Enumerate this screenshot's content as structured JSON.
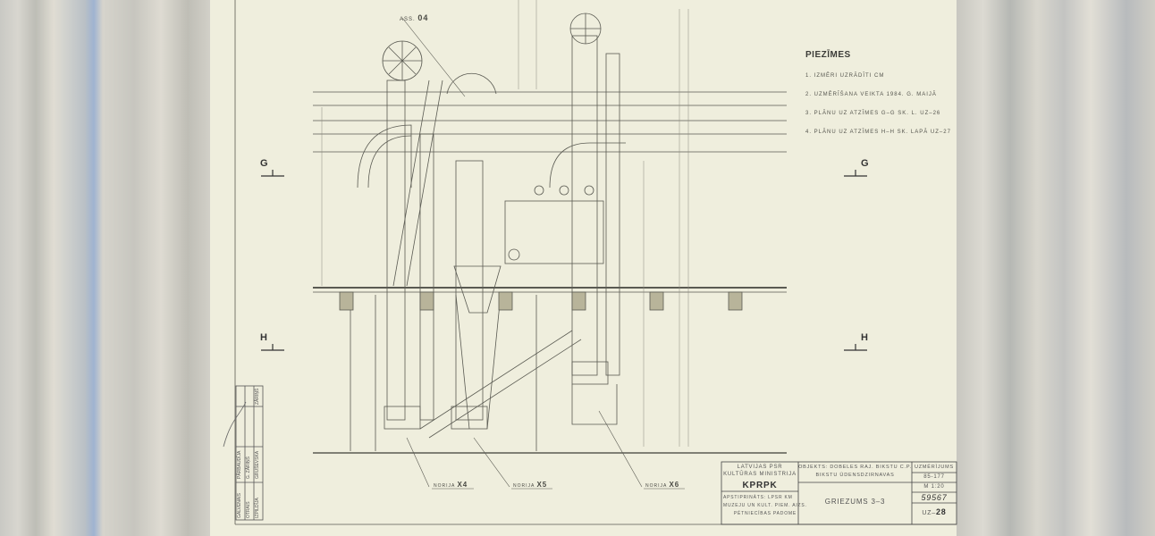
{
  "drawing": {
    "assembly_label": "ASS.",
    "assembly_number": "04",
    "section_marks": {
      "upper": "G",
      "lower": "H"
    },
    "elevators": [
      {
        "prefix": "NORIJA",
        "id": "X4"
      },
      {
        "prefix": "NORIJA",
        "id": "X5"
      },
      {
        "prefix": "NORIJA",
        "id": "X6"
      }
    ]
  },
  "notes": {
    "title": "PIEZĪMES",
    "items": [
      "1. IZMĒRI UZRĀDĪTI CM",
      "2. UZMĒRĪŠANA VEIKTA 1984. G. MAIJĀ",
      "3. PLĀNU UZ ATZĪMES G–G SK. L. UZ–26",
      "4. PLĀNU UZ ATZĪMES H–H SK. LAPĀ UZ–27"
    ]
  },
  "title_block": {
    "org_line1": "LATVIJAS PSR",
    "org_line2": "KULTŪRAS MINISTRIJA",
    "org_abbr": "KPRPK",
    "approved_line1": "APSTIPRINĀTS: LPSR KM",
    "approved_line2": "MUZEJU UN KULT. PIEM. AIZS.",
    "approved_line3": "PĒTNIECĪBAS PADOME",
    "object_line1": "OBJEKTS: DOBELES RAJ. BIKSTU C.P.",
    "object_line2": "BIKSTU ŪDENSDZIRNAVAS",
    "sheet_title": "GRIEZUMS 3–3",
    "doc_type": "UZMĒRĪJUMS",
    "doc_code": "85-177",
    "scale": "M 1:20",
    "archive_number": "59567",
    "sheet_prefix": "UZ–",
    "sheet_number": "28"
  },
  "side_stamp": {
    "rows": [
      "GALVENAIS",
      "OTRAIS",
      "IZPILDĪJA",
      "PĀRBAUDĪJA"
    ],
    "names": [
      "G. ZĀRIŅŠ",
      "GRUŠEVSKA",
      "ZĀRIŅŠ"
    ]
  }
}
